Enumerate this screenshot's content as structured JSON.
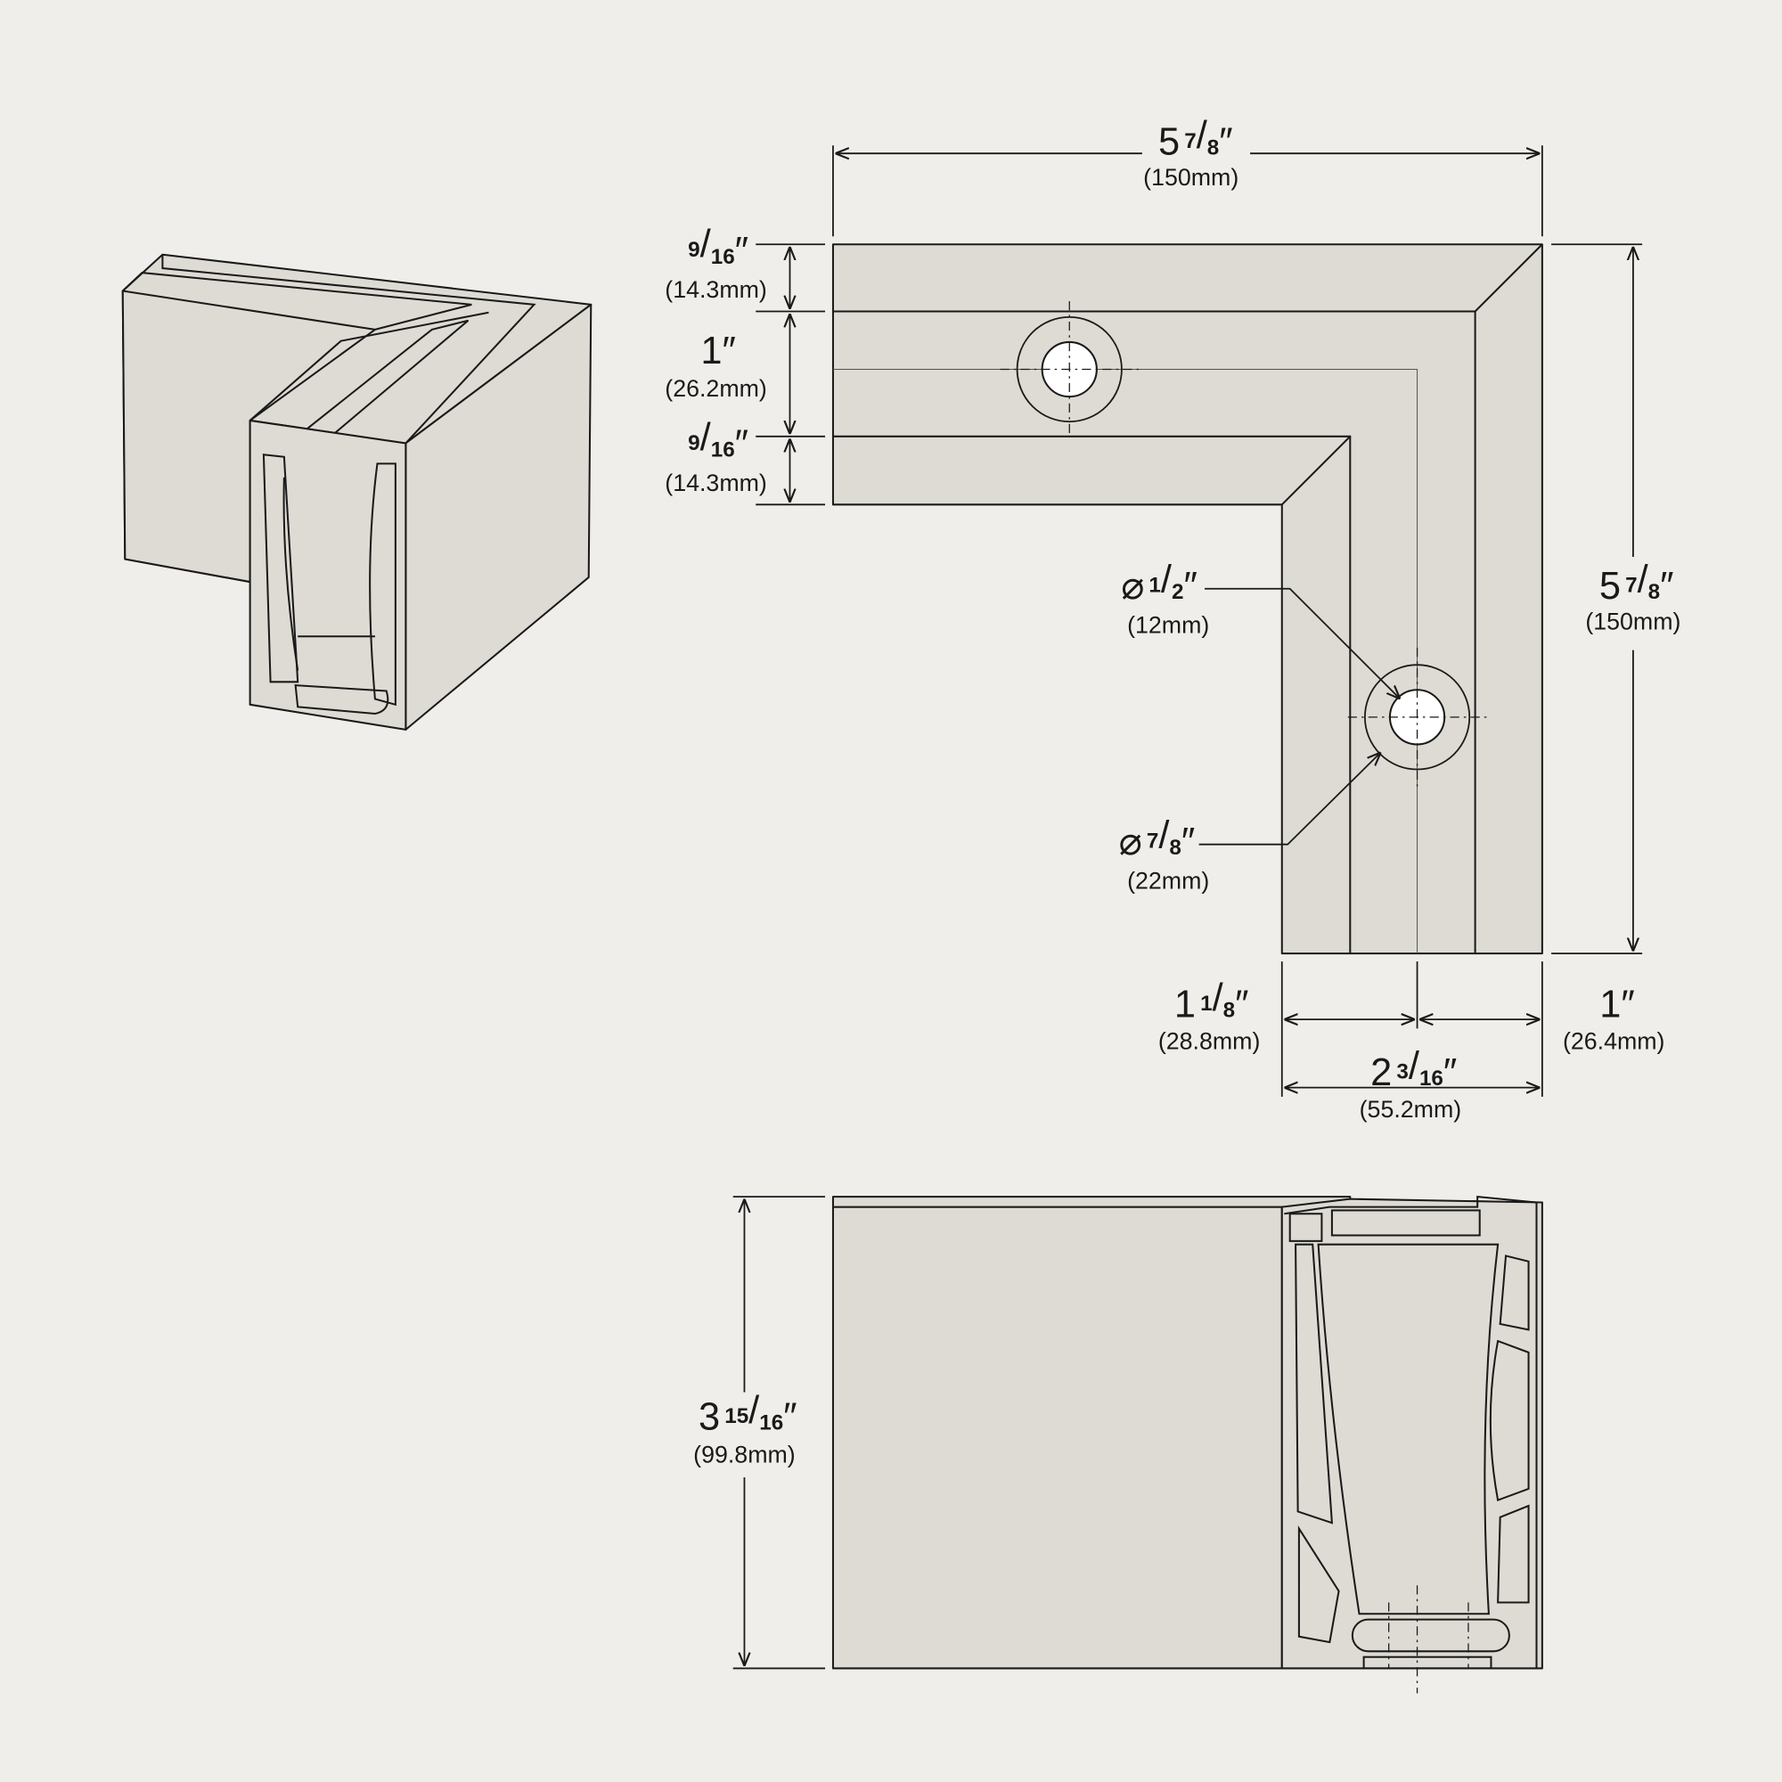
{
  "dimensions": {
    "overall_width": {
      "whole": "5",
      "num": "7",
      "den": "8",
      "mm": "(150mm)"
    },
    "top_lip": {
      "whole": "",
      "num": "9",
      "den": "16",
      "mm": "(14.3mm)"
    },
    "mid_width": {
      "whole": "1",
      "num": "",
      "den": "",
      "mm": "(26.2mm)"
    },
    "bottom_lip": {
      "whole": "",
      "num": "9",
      "den": "16",
      "mm": "(14.3mm)"
    },
    "overall_height": {
      "whole": "5",
      "num": "7",
      "den": "8",
      "mm": "(150mm)"
    },
    "inner_hole": {
      "prefix": "⌀",
      "whole": "",
      "num": "1",
      "den": "2",
      "mm": "(12mm)"
    },
    "outer_hole": {
      "prefix": "⌀",
      "whole": "",
      "num": "7",
      "den": "8",
      "mm": "(22mm)"
    },
    "left_offset": {
      "whole": "1",
      "num": "1",
      "den": "8",
      "mm": "(28.8mm)"
    },
    "right_offset": {
      "whole": "1",
      "num": "",
      "den": "",
      "mm": "(26.4mm)"
    },
    "profile_width": {
      "whole": "2",
      "num": "3",
      "den": "16",
      "mm": "(55.2mm)"
    },
    "profile_height": {
      "whole": "3",
      "num": "15",
      "den": "16",
      "mm": "(99.8mm)"
    }
  }
}
